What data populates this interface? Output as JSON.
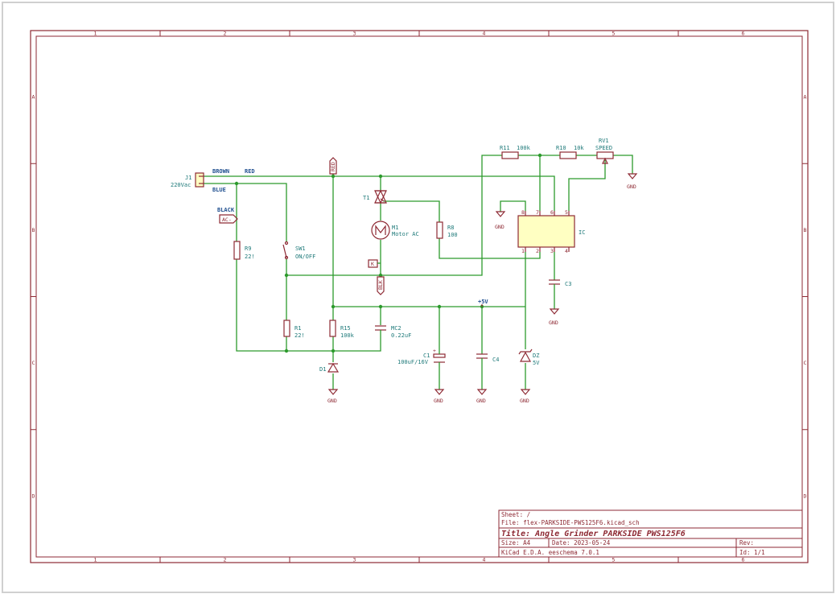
{
  "frame": {
    "col_labels": [
      "1",
      "2",
      "3",
      "4",
      "5",
      "6"
    ],
    "row_labels": [
      "A",
      "B",
      "C",
      "D"
    ]
  },
  "title_block": {
    "sheet": "Sheet: /",
    "file": "File: flex-PARKSIDE-PWS125F6.kicad_sch",
    "title": "Title: Angle Grinder PARKSIDE PWS125F6",
    "size": "Size: A4",
    "date": "Date: 2023-05-24",
    "rev": "Rev:",
    "tool": "KiCad E.D.A.  eeschema 7.0.1",
    "id": "Id: 1/1"
  },
  "components": {
    "j1": {
      "ref": "J1",
      "value": "220Vac"
    },
    "r9": {
      "ref": "R9",
      "value": "22!"
    },
    "sw1": {
      "ref": "SW1",
      "value": "ON/OFF"
    },
    "r1": {
      "ref": "R1",
      "value": "22!"
    },
    "r15": {
      "ref": "R15",
      "value": "100k"
    },
    "mc2": {
      "ref": "MC2",
      "value": "0.22uF"
    },
    "d1": {
      "ref": "D1"
    },
    "t1": {
      "ref": "T1"
    },
    "m1": {
      "ref": "M1",
      "value": "Motor AC"
    },
    "r8": {
      "ref": "R8",
      "value": "100"
    },
    "r11": {
      "ref": "R11",
      "value": "100k"
    },
    "r10": {
      "ref": "R10",
      "value": "10k"
    },
    "rv1": {
      "ref": "RV1",
      "value": "SPEED"
    },
    "ic": {
      "ref": "IC"
    },
    "c3": {
      "ref": "C3"
    },
    "c1": {
      "ref": "C1",
      "value": "100uF/16V"
    },
    "c4": {
      "ref": "C4"
    },
    "dz": {
      "ref": "DZ",
      "value": "5V"
    }
  },
  "nets": {
    "brown": "BROWN",
    "red": "RED",
    "blue": "BLUE",
    "black": "BLACK",
    "ac": "AC-",
    "red_tag": "RED",
    "blk_tag": "BLK",
    "k_tag": "K",
    "vcc": "+5V"
  },
  "power": {
    "gnd": "GND"
  },
  "ic_pins": {
    "top": [
      "8",
      "7",
      "6",
      "5"
    ],
    "bottom": [
      "1",
      "2",
      "3",
      "4"
    ]
  }
}
